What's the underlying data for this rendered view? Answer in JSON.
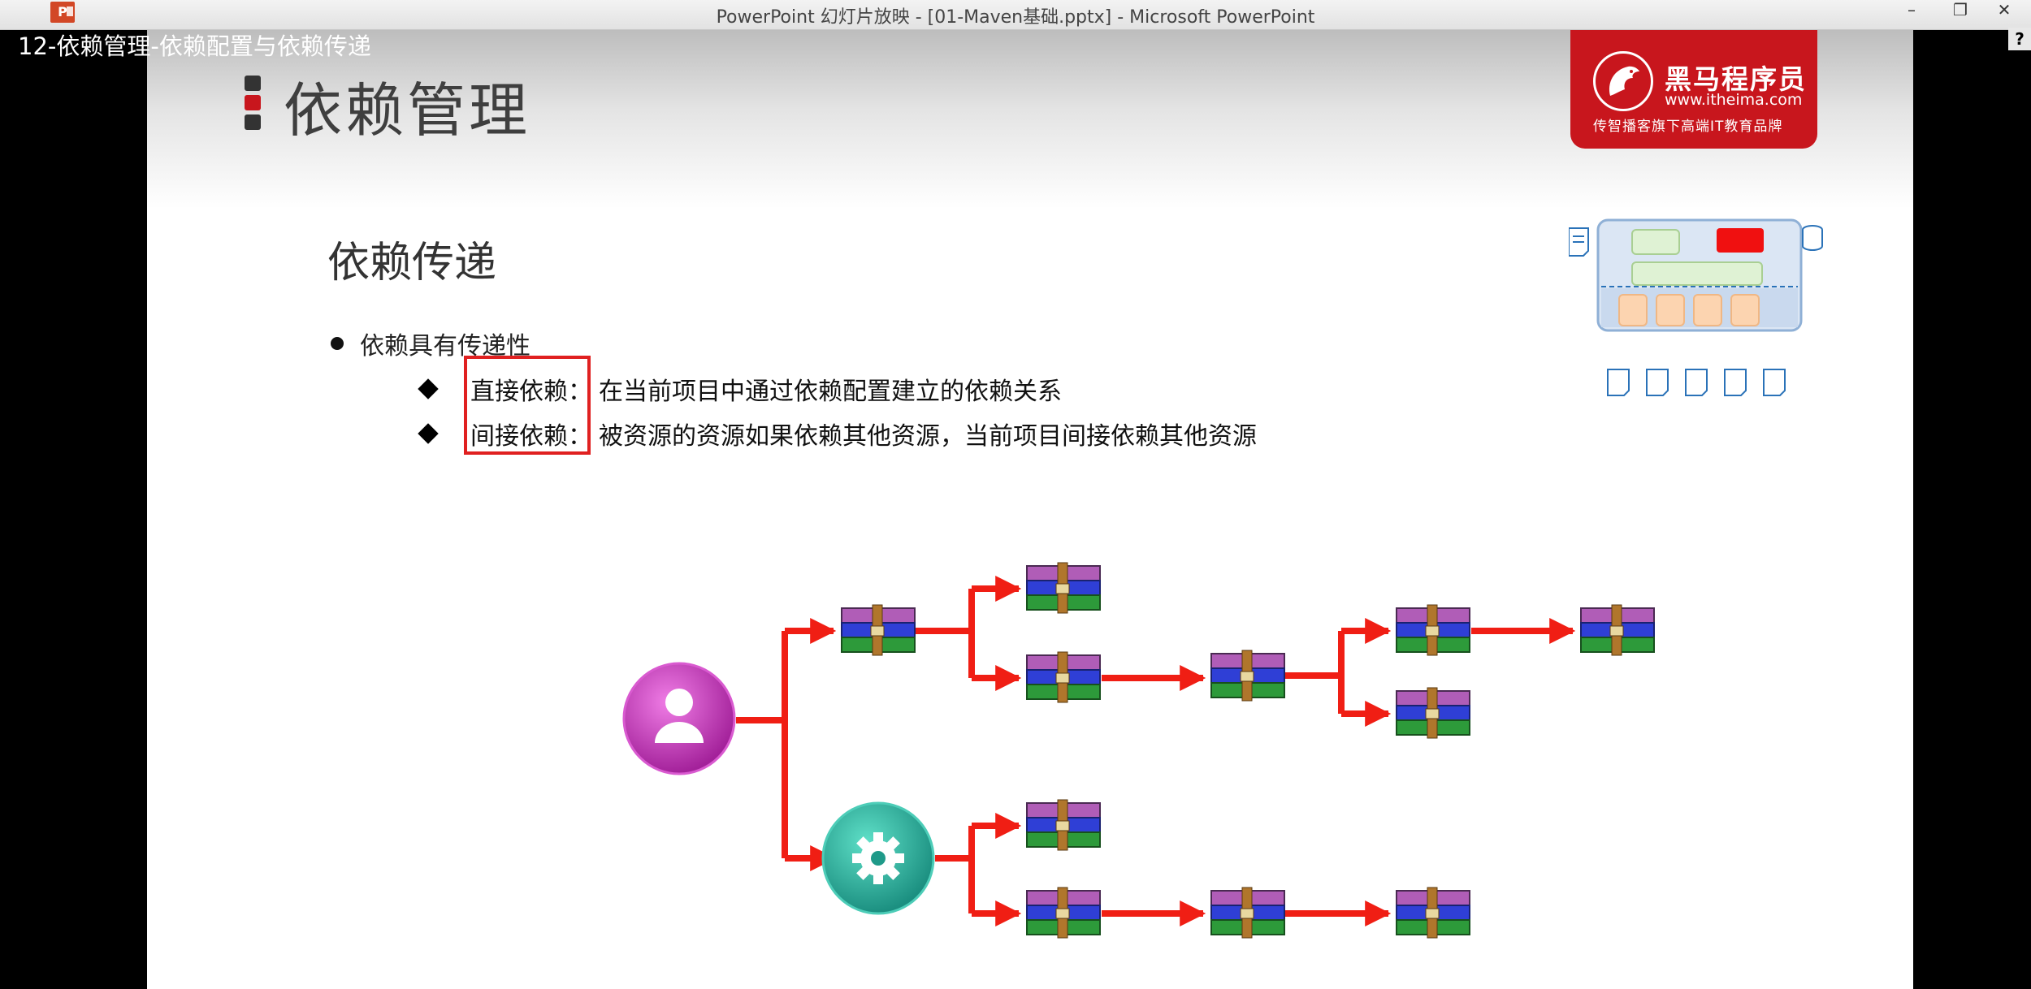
{
  "window": {
    "app_icon_label": "P",
    "title": "PowerPoint 幻灯片放映 - [01-Maven基础.pptx] - Microsoft PowerPoint",
    "minimize_glyph": "–",
    "restore_glyph": "❐",
    "close_glyph": "✕"
  },
  "video": {
    "title": "12-依赖管理-依赖配置与依赖传递",
    "help_glyph": "?"
  },
  "slide": {
    "heading": "依赖管理",
    "logo": {
      "name": "黑马程序员",
      "url": "www.itheima.com",
      "tagline": "传智播客旗下高端IT教育品牌"
    },
    "subtitle": "依赖传递",
    "bullet": "依赖具有传递性",
    "items": [
      {
        "label": "直接依赖：",
        "desc": "在当前项目中通过依赖配置建立的依赖关系"
      },
      {
        "label": "间接依赖：",
        "desc": "被资源的资源如果依赖其他资源，当前项目间接依赖其他资源"
      }
    ],
    "colors": {
      "accent_red": "#c8161d",
      "arrow_red": "#f01e14",
      "highlight_box": "#e02020",
      "user_node": "#c633b8",
      "gear_node": "#2bb5a1"
    }
  }
}
